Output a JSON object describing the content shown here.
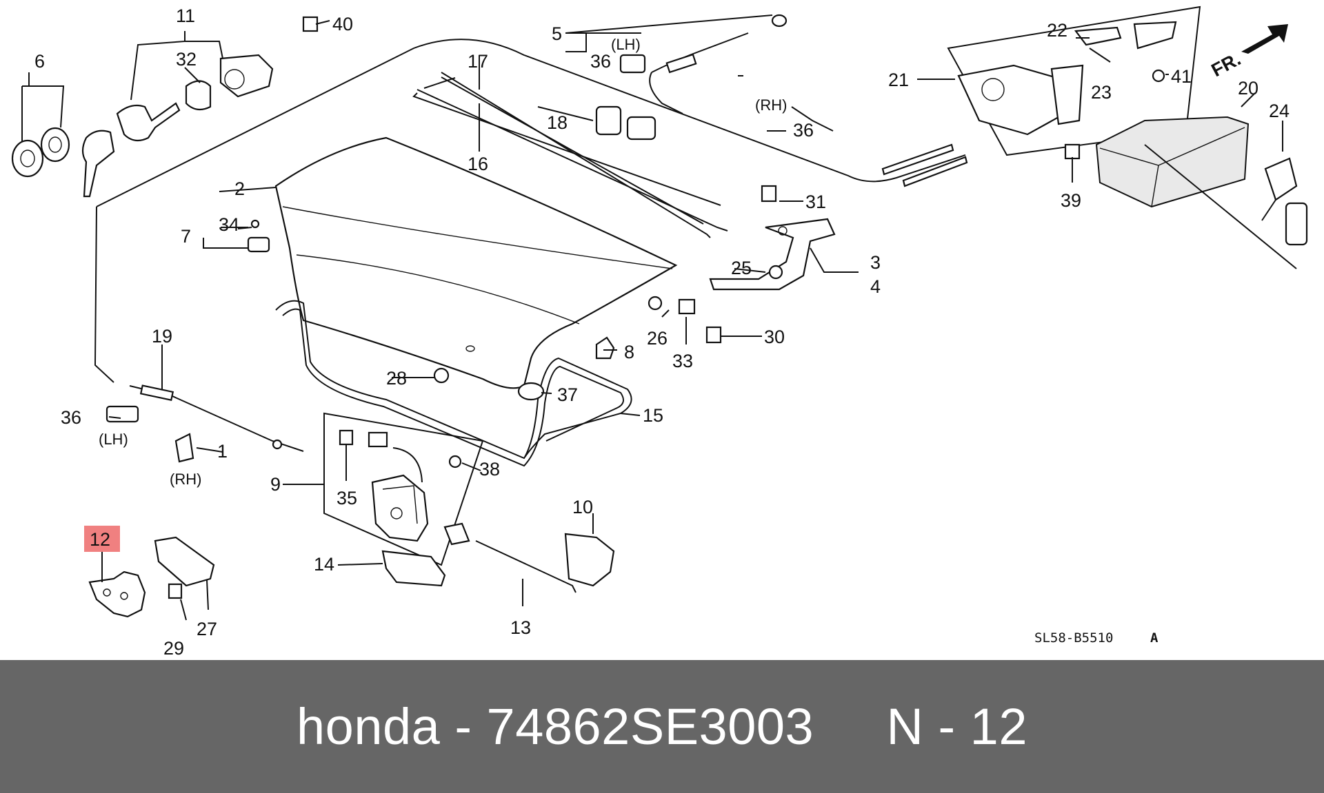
{
  "diagram": {
    "labels": [
      "1",
      "2",
      "3",
      "4",
      "5",
      "6",
      "7",
      "8",
      "9",
      "10",
      "11",
      "12",
      "13",
      "14",
      "15",
      "16",
      "17",
      "18",
      "19",
      "20",
      "21",
      "22",
      "23",
      "24",
      "25",
      "26",
      "27",
      "28",
      "29",
      "30",
      "31",
      "32",
      "33",
      "34",
      "35",
      "36",
      "37",
      "38",
      "39",
      "40",
      "41"
    ],
    "highlighted_label": "12",
    "highlight_color": "#f08080",
    "side_labels": {
      "lh": "(LH)",
      "rh": "(RH)"
    },
    "direction_label": "FR.",
    "drawing_code": "SL58-B5510",
    "drawing_rev": "A"
  },
  "footer": {
    "text": "honda - 74862SE3003     N - 12",
    "background": "#666666",
    "text_color": "#ffffff"
  }
}
